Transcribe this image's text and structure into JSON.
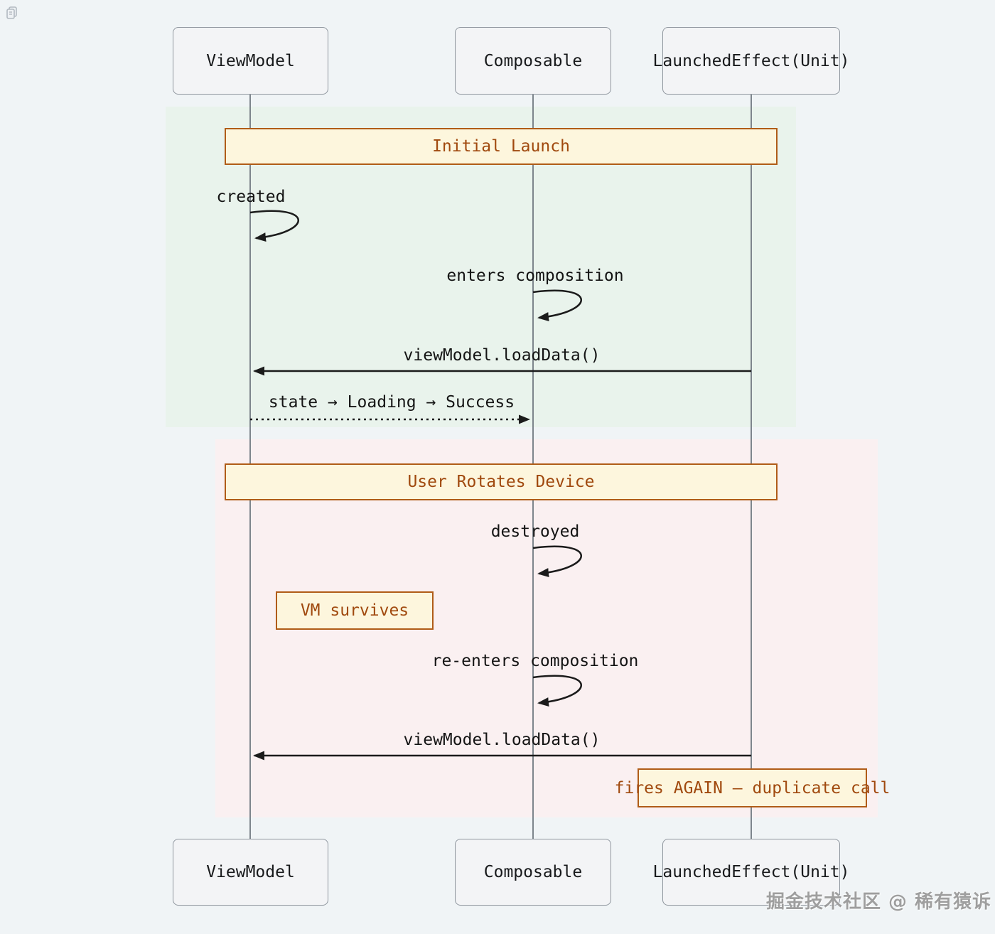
{
  "icons": {
    "copy": "copy-icon"
  },
  "diagram": {
    "participants": [
      {
        "id": "viewmodel",
        "label": "ViewModel"
      },
      {
        "id": "composable",
        "label": "Composable"
      },
      {
        "id": "launchedeffect",
        "label": "LaunchedEffect(Unit)"
      }
    ],
    "sections": [
      {
        "label": "Initial Launch",
        "tint": "#e9f3ec"
      },
      {
        "label": "User Rotates Device",
        "tint": "#faf0f1"
      }
    ],
    "messages": [
      {
        "from": "viewmodel",
        "to": "viewmodel",
        "type": "self",
        "label": "created"
      },
      {
        "from": "composable",
        "to": "composable",
        "type": "self",
        "label": "enters composition"
      },
      {
        "from": "launchedeffect",
        "to": "viewmodel",
        "type": "solid",
        "label": "viewModel.loadData()"
      },
      {
        "from": "viewmodel",
        "to": "composable",
        "type": "dotted",
        "label": "state → Loading → Success"
      },
      {
        "from": "composable",
        "to": "composable",
        "type": "self",
        "label": "destroyed"
      },
      {
        "from": "composable",
        "to": "composable",
        "type": "self",
        "label": "re-enters composition"
      },
      {
        "from": "launchedeffect",
        "to": "viewmodel",
        "type": "solid",
        "label": "viewModel.loadData()"
      }
    ],
    "notes": [
      {
        "anchor": "viewmodel",
        "label": "VM survives"
      },
      {
        "anchor": "launchedeffect",
        "label": "fires AGAIN — duplicate call"
      }
    ]
  },
  "watermark": {
    "text": "掘金技术社区 @ 稀有猿诉"
  },
  "colors": {
    "page_bg": "#f0f4f6",
    "section1_bg": "#e9f3ec",
    "section2_bg": "#faf0f1",
    "box_bg": "#f3f4f6",
    "box_border": "#8f969e",
    "accent_bg": "#fdf6dd",
    "accent_border": "#b05c17",
    "accent_text": "#a0490e",
    "line": "#1b1b1b",
    "lifeline": "#7d858c"
  }
}
